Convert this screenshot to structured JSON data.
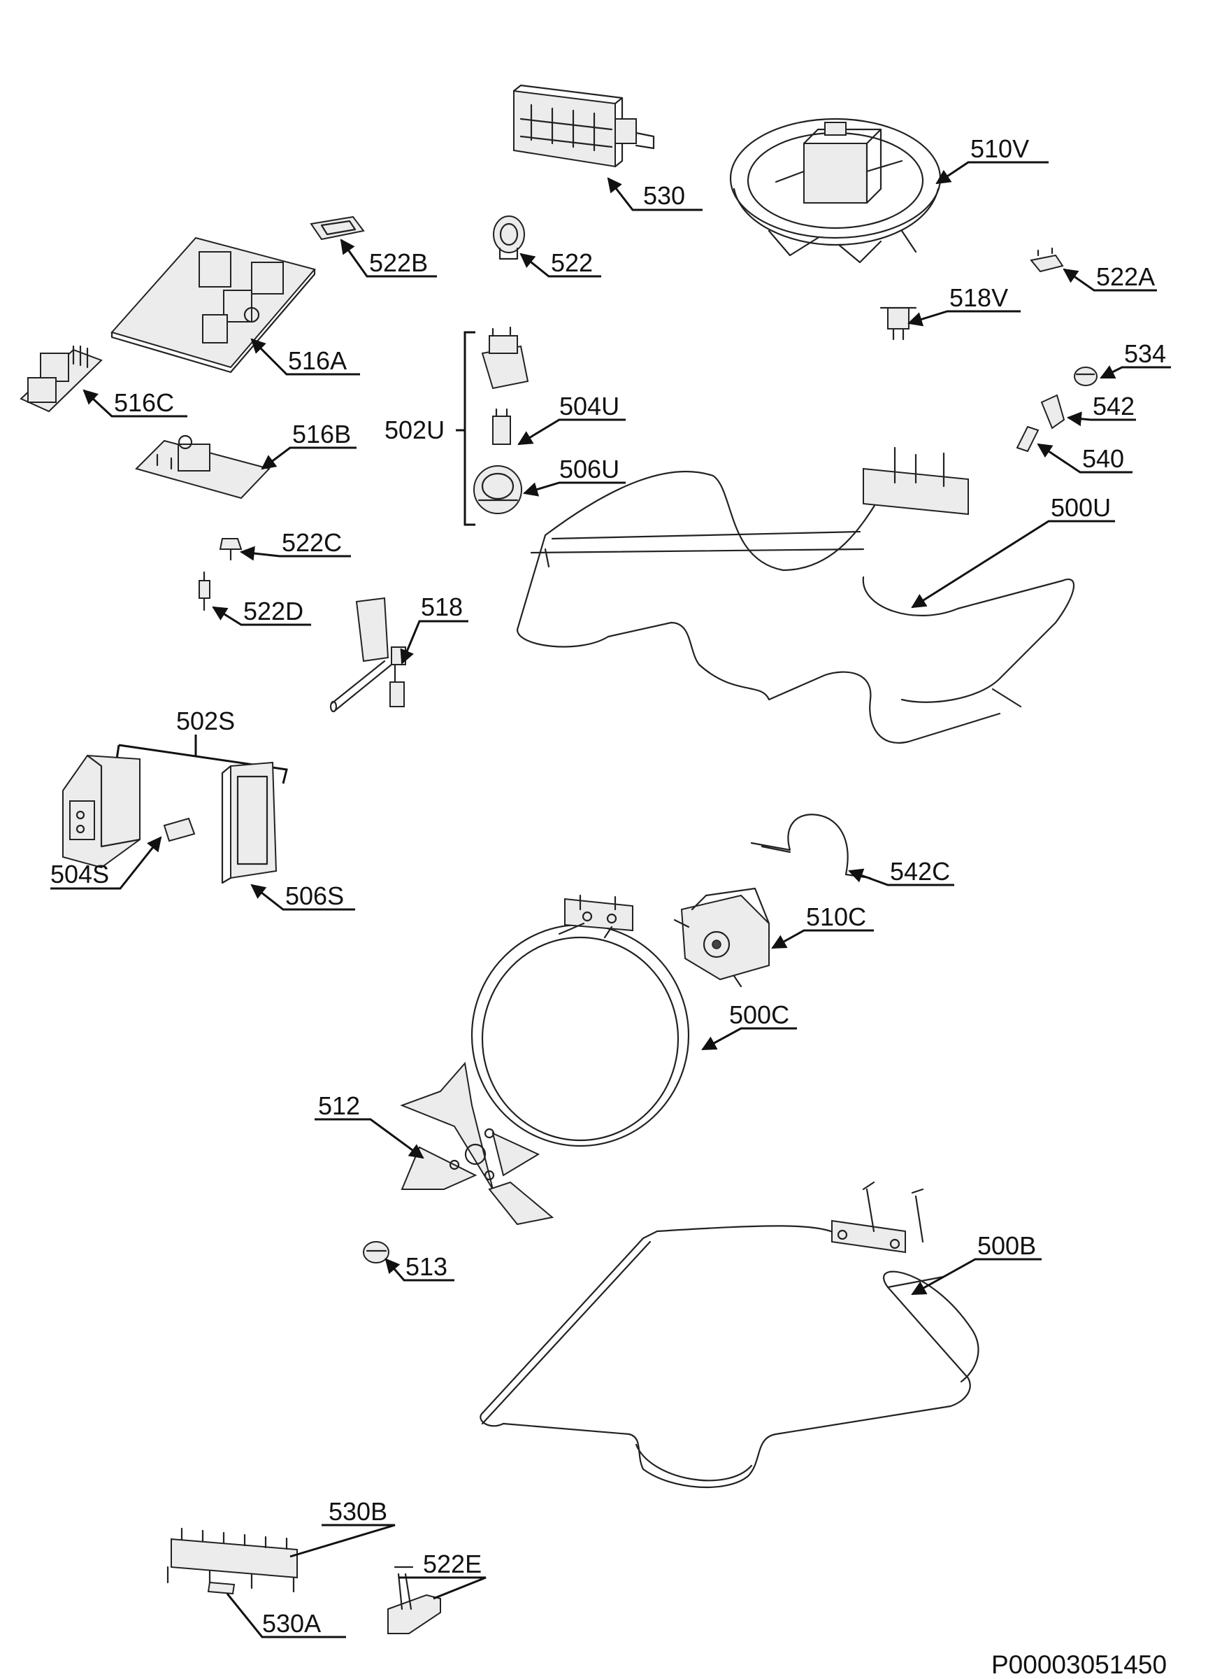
{
  "labels": {
    "p530": "530",
    "p510V": "510V",
    "p522B": "522B",
    "p522": "522",
    "p522A": "522A",
    "p518V": "518V",
    "p516A": "516A",
    "p516C": "516C",
    "p534": "534",
    "p542": "542",
    "p540": "540",
    "p502U": "502U",
    "p504U": "504U",
    "p506U": "506U",
    "p516B": "516B",
    "p500U": "500U",
    "p522C": "522C",
    "p522D": "522D",
    "p518": "518",
    "p502S": "502S",
    "p504S": "504S",
    "p506S": "506S",
    "p542C": "542C",
    "p510C": "510C",
    "p500C": "500C",
    "p512": "512",
    "p513": "513",
    "p500B": "500B",
    "p530B": "530B",
    "p522E": "522E",
    "p530A": "530A"
  },
  "drawing_code": "P00003051450"
}
